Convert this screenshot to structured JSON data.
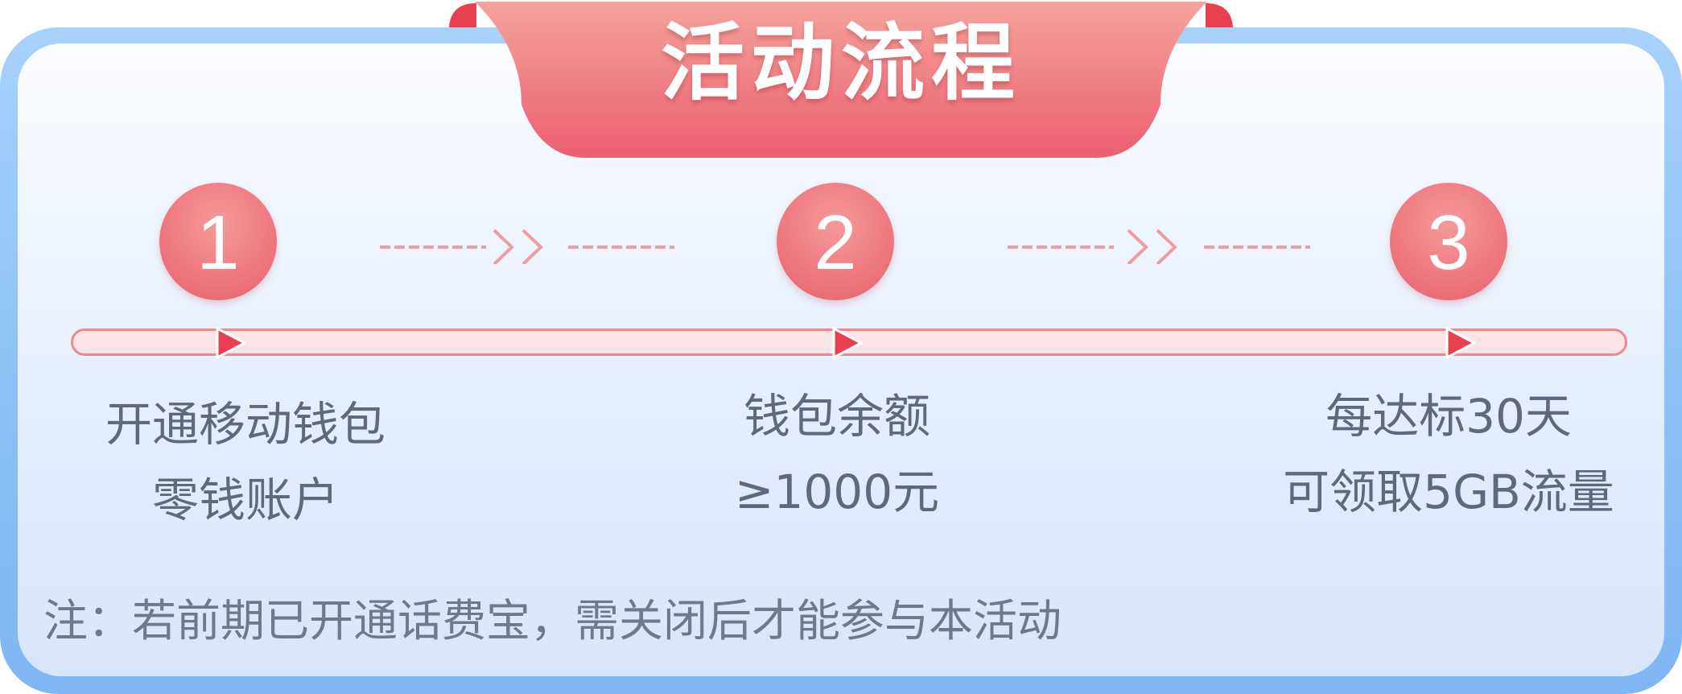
{
  "banner": {
    "title": "活动流程"
  },
  "steps": [
    {
      "number": "1",
      "line1": "开通移动钱包",
      "line2": "零钱账户"
    },
    {
      "number": "2",
      "line1": "钱包余额",
      "line2": "≥1000元"
    },
    {
      "number": "3",
      "line1": "每达标30天",
      "line2": "可领取5GB流量"
    }
  ],
  "note": "注：若前期已开通话费宝，需关闭后才能参与本活动",
  "colors": {
    "accent": "#ef7a80",
    "accent_dark": "#e8404f",
    "text": "#5b6b7d",
    "frame": "#8ec1f6"
  },
  "icons": [
    "double-chevron-right-icon",
    "play-triangle-icon"
  ]
}
